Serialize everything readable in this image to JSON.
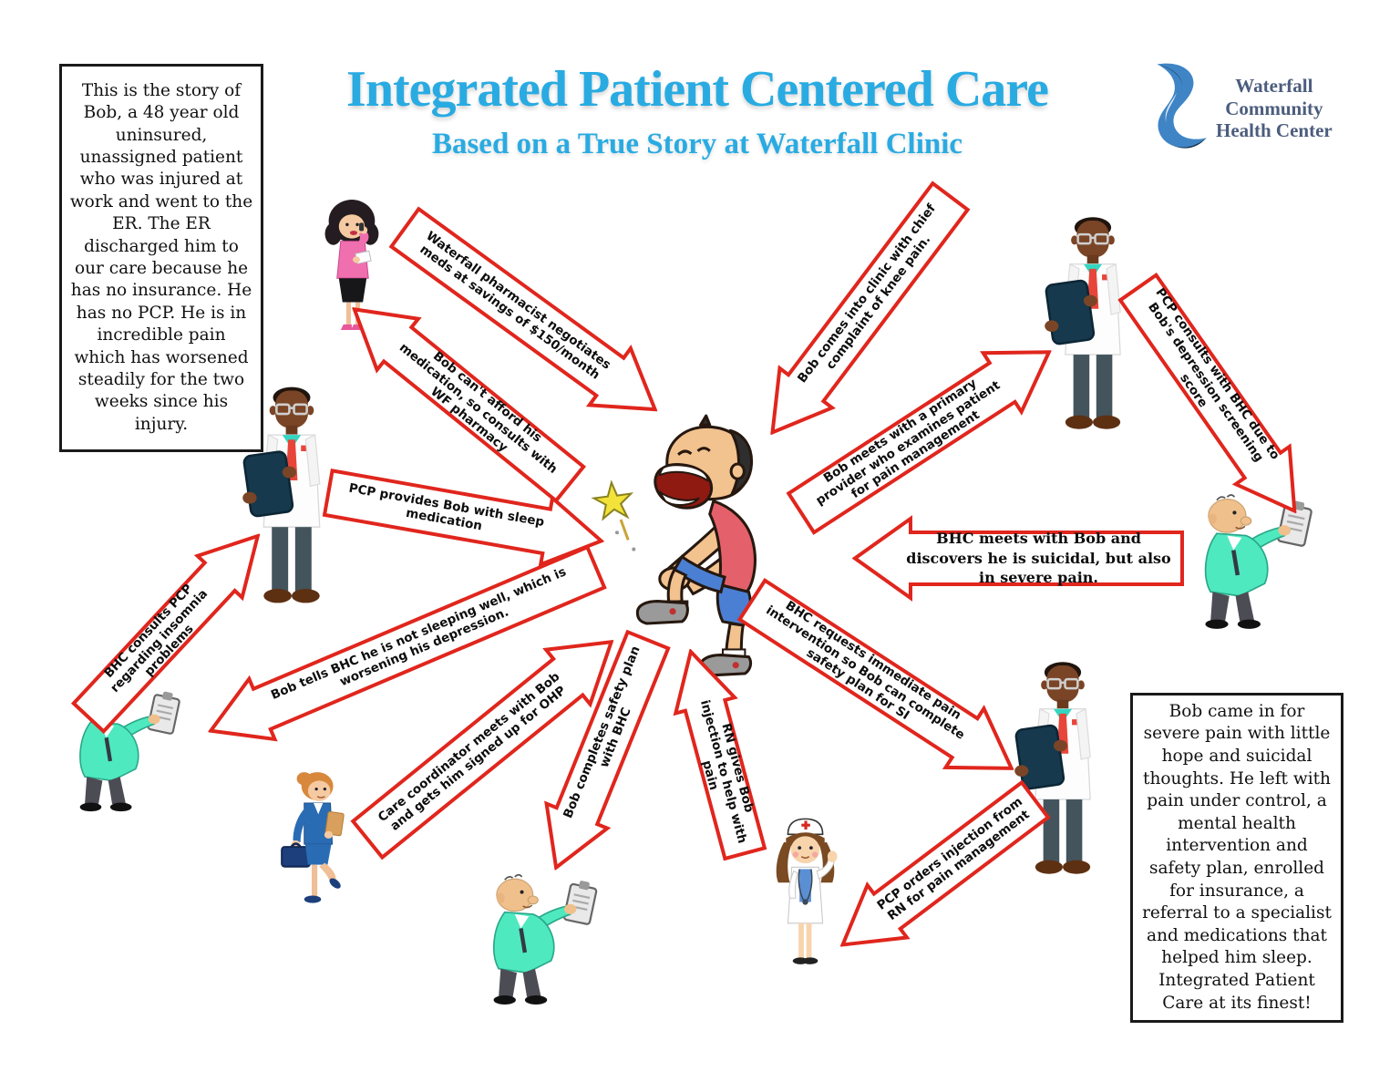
{
  "colors": {
    "title_blue": "#29abe2",
    "arrow_red": "#e0261d",
    "logo_text": "#4c5d7d",
    "teal_shirt": "#4fe9bf"
  },
  "header": {
    "title": "Integrated Patient Centered Care",
    "subtitle": "Based on a True Story at Waterfall Clinic",
    "logo_lines": [
      "Waterfall",
      "Community",
      "Health Center"
    ]
  },
  "intro_box": {
    "text": "This is the story of Bob, a 48 year old uninsured, unassigned patient who was injured at work and went to the ER. The ER discharged him to our care because he has no insurance. He has no PCP. He is in incredible pain which has worsened steadily for the two weeks since his injury."
  },
  "summary_box": {
    "text": "Bob came in for severe pain with little hope and suicidal thoughts. He left with pain under control, a mental health intervention and safety plan, enrolled for insurance, a referral to a specialist and medications that helped him sleep. Integrated Patient Care at its finest!"
  },
  "arrows": [
    {
      "id": "pharmacist-negotiates",
      "label": "Waterfall pharmacist negotiates meds at savings of $150/month"
    },
    {
      "id": "cant-afford-medication",
      "label": "Bob can't afford his medication, so consults with WF pharmacy"
    },
    {
      "id": "comes-into-clinic",
      "label": "Bob comes into clinic with chief complaint of knee pain."
    },
    {
      "id": "meets-primary-provider",
      "label": "Bob meets with a primary provider who examines patient for pain management"
    },
    {
      "id": "pcp-consults-bhc",
      "label": "PCP consults with BHC due to Bob's depression screening score"
    },
    {
      "id": "bhc-meets-bob",
      "label": "BHC meets with Bob and discovers he is suicidal, but also in severe pain."
    },
    {
      "id": "sleep-medication",
      "label": "PCP provides Bob with sleep medication"
    },
    {
      "id": "bhc-consults-pcp",
      "label": "BHC consults PCP regarding insomnia problems"
    },
    {
      "id": "not-sleeping-well",
      "label": "Bob tells BHC he is not sleeping well, which is worsening his depression."
    },
    {
      "id": "care-coordinator-ohp",
      "label": "Care coordinator meets with Bob and gets him signed up for OHP"
    },
    {
      "id": "completes-safety-plan",
      "label": "Bob completes safety plan with BHC"
    },
    {
      "id": "rn-gives-injection",
      "label": "RN gives Bob injection to help with pain"
    },
    {
      "id": "requests-pain-intervention",
      "label": "BHC requests immediate pain intervention so Bob can complete safety plan for SI"
    },
    {
      "id": "pcp-orders-injection",
      "label": "PCP orders injection from RN for pain management"
    }
  ],
  "figures": [
    "pharmacist-on-phone",
    "pcp-doctor-left",
    "bhc-counselor-bottom-left",
    "care-coordinator",
    "bhc-counselor-bottom-center",
    "nurse-rn",
    "pcp-doctor-right",
    "pcp-doctor-top-right",
    "bhc-counselor-right",
    "bob-patient-in-pain",
    "waterfall-logo-swoosh"
  ]
}
